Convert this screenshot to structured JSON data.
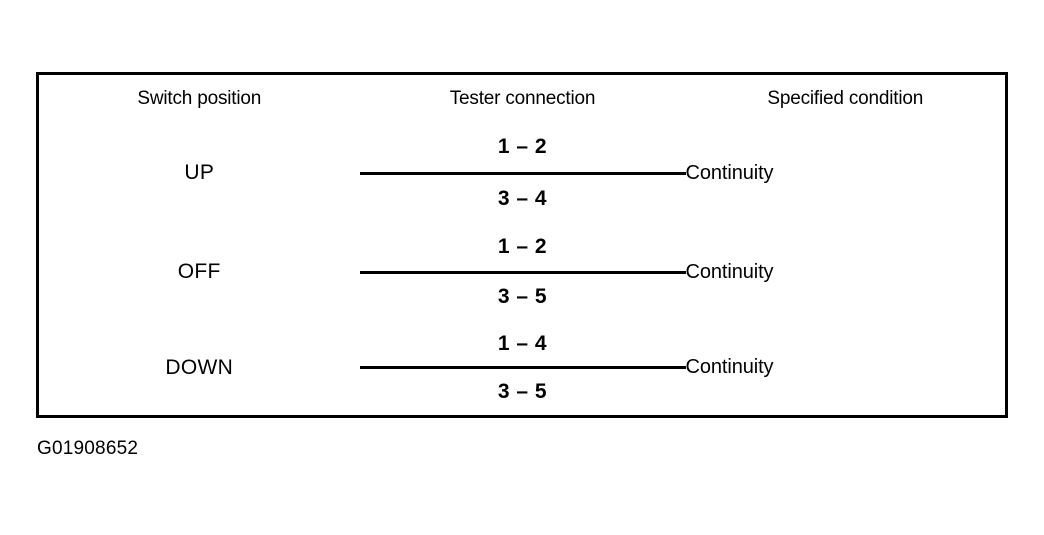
{
  "table": {
    "columns": [
      "Switch position",
      "Tester connection",
      "Specified condition"
    ],
    "rows": [
      {
        "switch_position": "UP",
        "tester_connection": [
          "1 – 2",
          "3 – 4"
        ],
        "specified_condition": "Continuity"
      },
      {
        "switch_position": "OFF",
        "tester_connection": [
          "1 – 2",
          "3 – 5"
        ],
        "specified_condition": "Continuity"
      },
      {
        "switch_position": "DOWN",
        "tester_connection": [
          "1 – 4",
          "3 – 5"
        ],
        "specified_condition": "Continuity"
      }
    ]
  },
  "caption": "G01908652",
  "colors": {
    "background": "#ffffff",
    "ink": "#000000",
    "border": "#000000"
  }
}
